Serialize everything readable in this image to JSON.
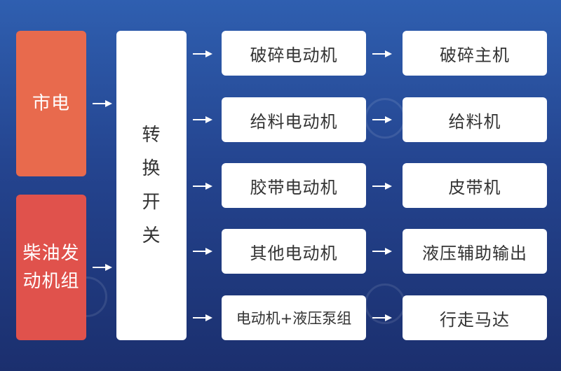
{
  "sources": {
    "grid": "市电",
    "generator": "柴油发动机组"
  },
  "switch": [
    "转",
    "换",
    "开",
    "关"
  ],
  "rows": [
    {
      "motor": "破碎电动机",
      "target": "破碎主机"
    },
    {
      "motor": "给料电动机",
      "target": "给料机"
    },
    {
      "motor": "胶带电动机",
      "target": "皮带机"
    },
    {
      "motor": "其他电动机",
      "target": "液压辅助输出"
    },
    {
      "motor": "电动机+液压泵组",
      "target": "行走马达"
    }
  ],
  "colors": {
    "grid": "#e86a4d",
    "generator": "#e0524c",
    "arrow": "#ffffff"
  }
}
